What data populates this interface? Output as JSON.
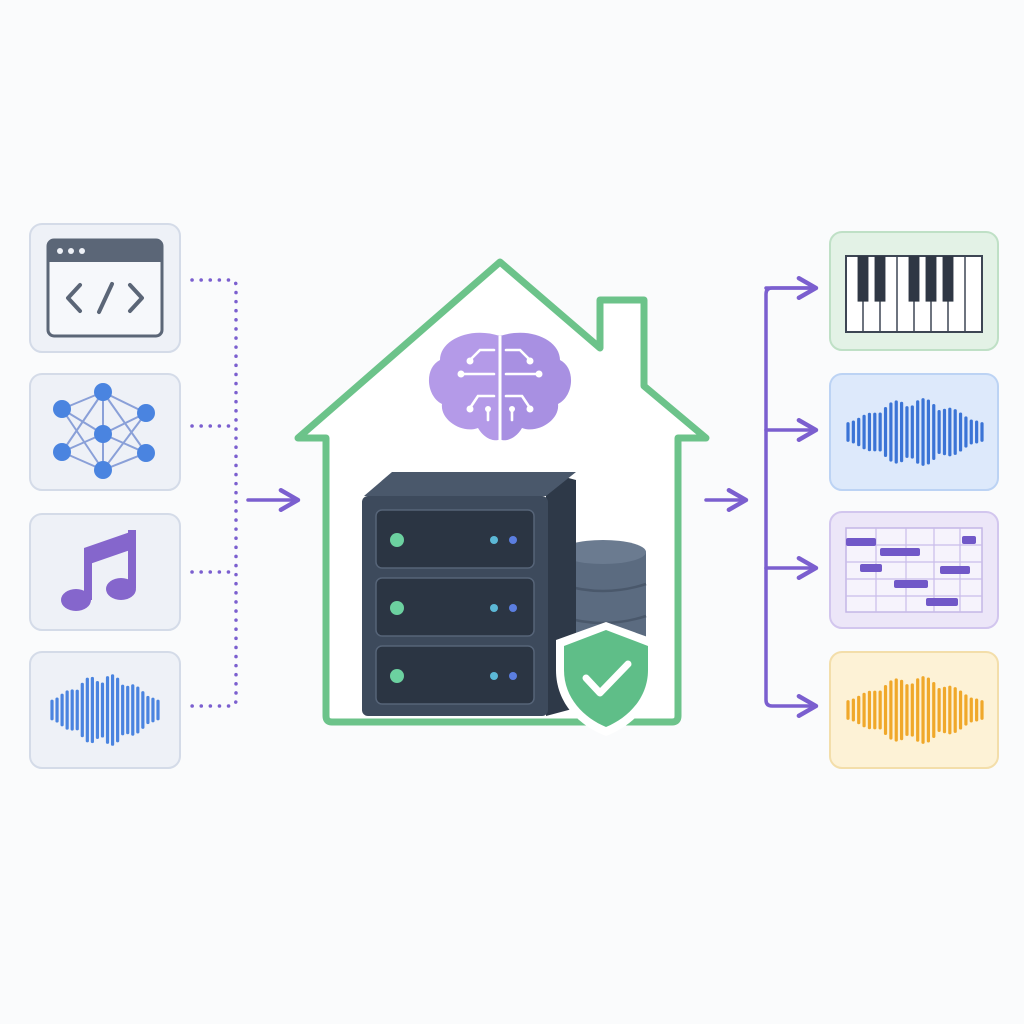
{
  "diagram": {
    "inputs": [
      {
        "name": "code-input",
        "icon": "code-window-icon"
      },
      {
        "name": "neural-network-input",
        "icon": "neural-network-icon"
      },
      {
        "name": "music-input",
        "icon": "music-note-icon"
      },
      {
        "name": "audio-input",
        "icon": "audio-waveform-icon"
      }
    ],
    "center": {
      "house": "house-outline-icon",
      "brain": "brain-circuit-icon",
      "server": "server-rack-icon",
      "database": "database-icon",
      "shield": "shield-check-icon"
    },
    "outputs": [
      {
        "name": "piano-output",
        "icon": "piano-keys-icon"
      },
      {
        "name": "waveform-output",
        "icon": "audio-waveform-icon"
      },
      {
        "name": "piano-roll-output",
        "icon": "piano-roll-icon"
      },
      {
        "name": "golden-waveform-output",
        "icon": "audio-waveform-icon"
      }
    ],
    "colors": {
      "accent_purple": "#7b5fcf",
      "house_green": "#6cc38a",
      "server_dark": "#3d4a5c",
      "blue": "#4a84e0",
      "amber": "#f0a82a"
    }
  }
}
